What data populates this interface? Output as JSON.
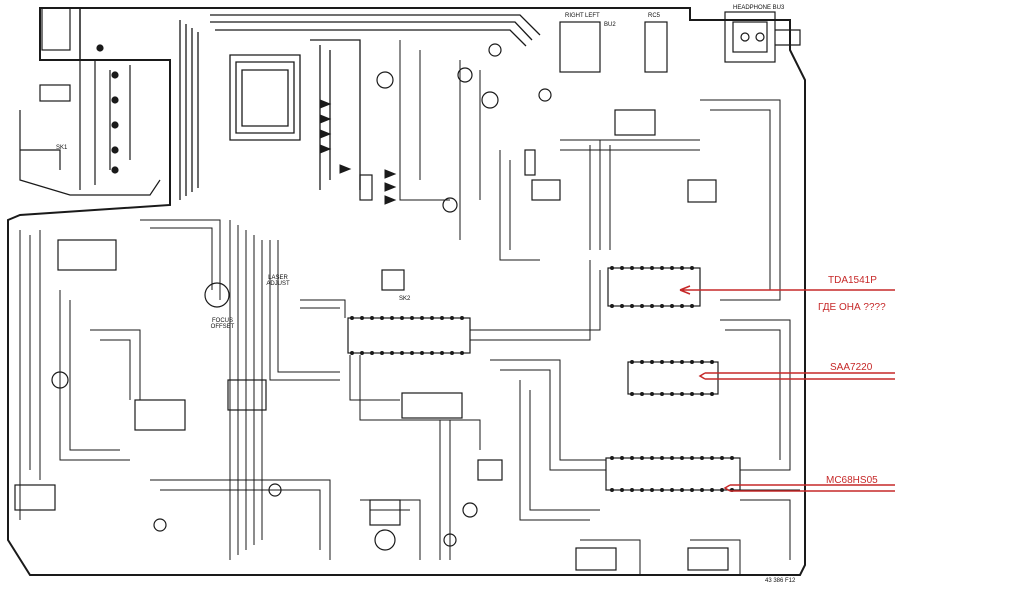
{
  "board": {
    "connector_labels": {
      "headphone": "HEADPHONE BU3",
      "right": "RIGHT",
      "left": "LEFT",
      "bu2": "BU2",
      "rc5": "RC5"
    },
    "component_labels": {
      "laser_adjust": "LASER ADJUST",
      "focus_offset": "FOCUS OFFSET",
      "sk1": "SK1",
      "sk2": "SK2"
    },
    "part_number": "43 386 F12"
  },
  "annotations": {
    "tda": "TDA1541P",
    "question": "ГДЕ ОНА ????",
    "saa": "SAA7220",
    "mc": "MC68HS05"
  },
  "colors": {
    "annotation": "#c62828",
    "trace": "#1a1a1a",
    "board_bg": "#ffffff"
  }
}
